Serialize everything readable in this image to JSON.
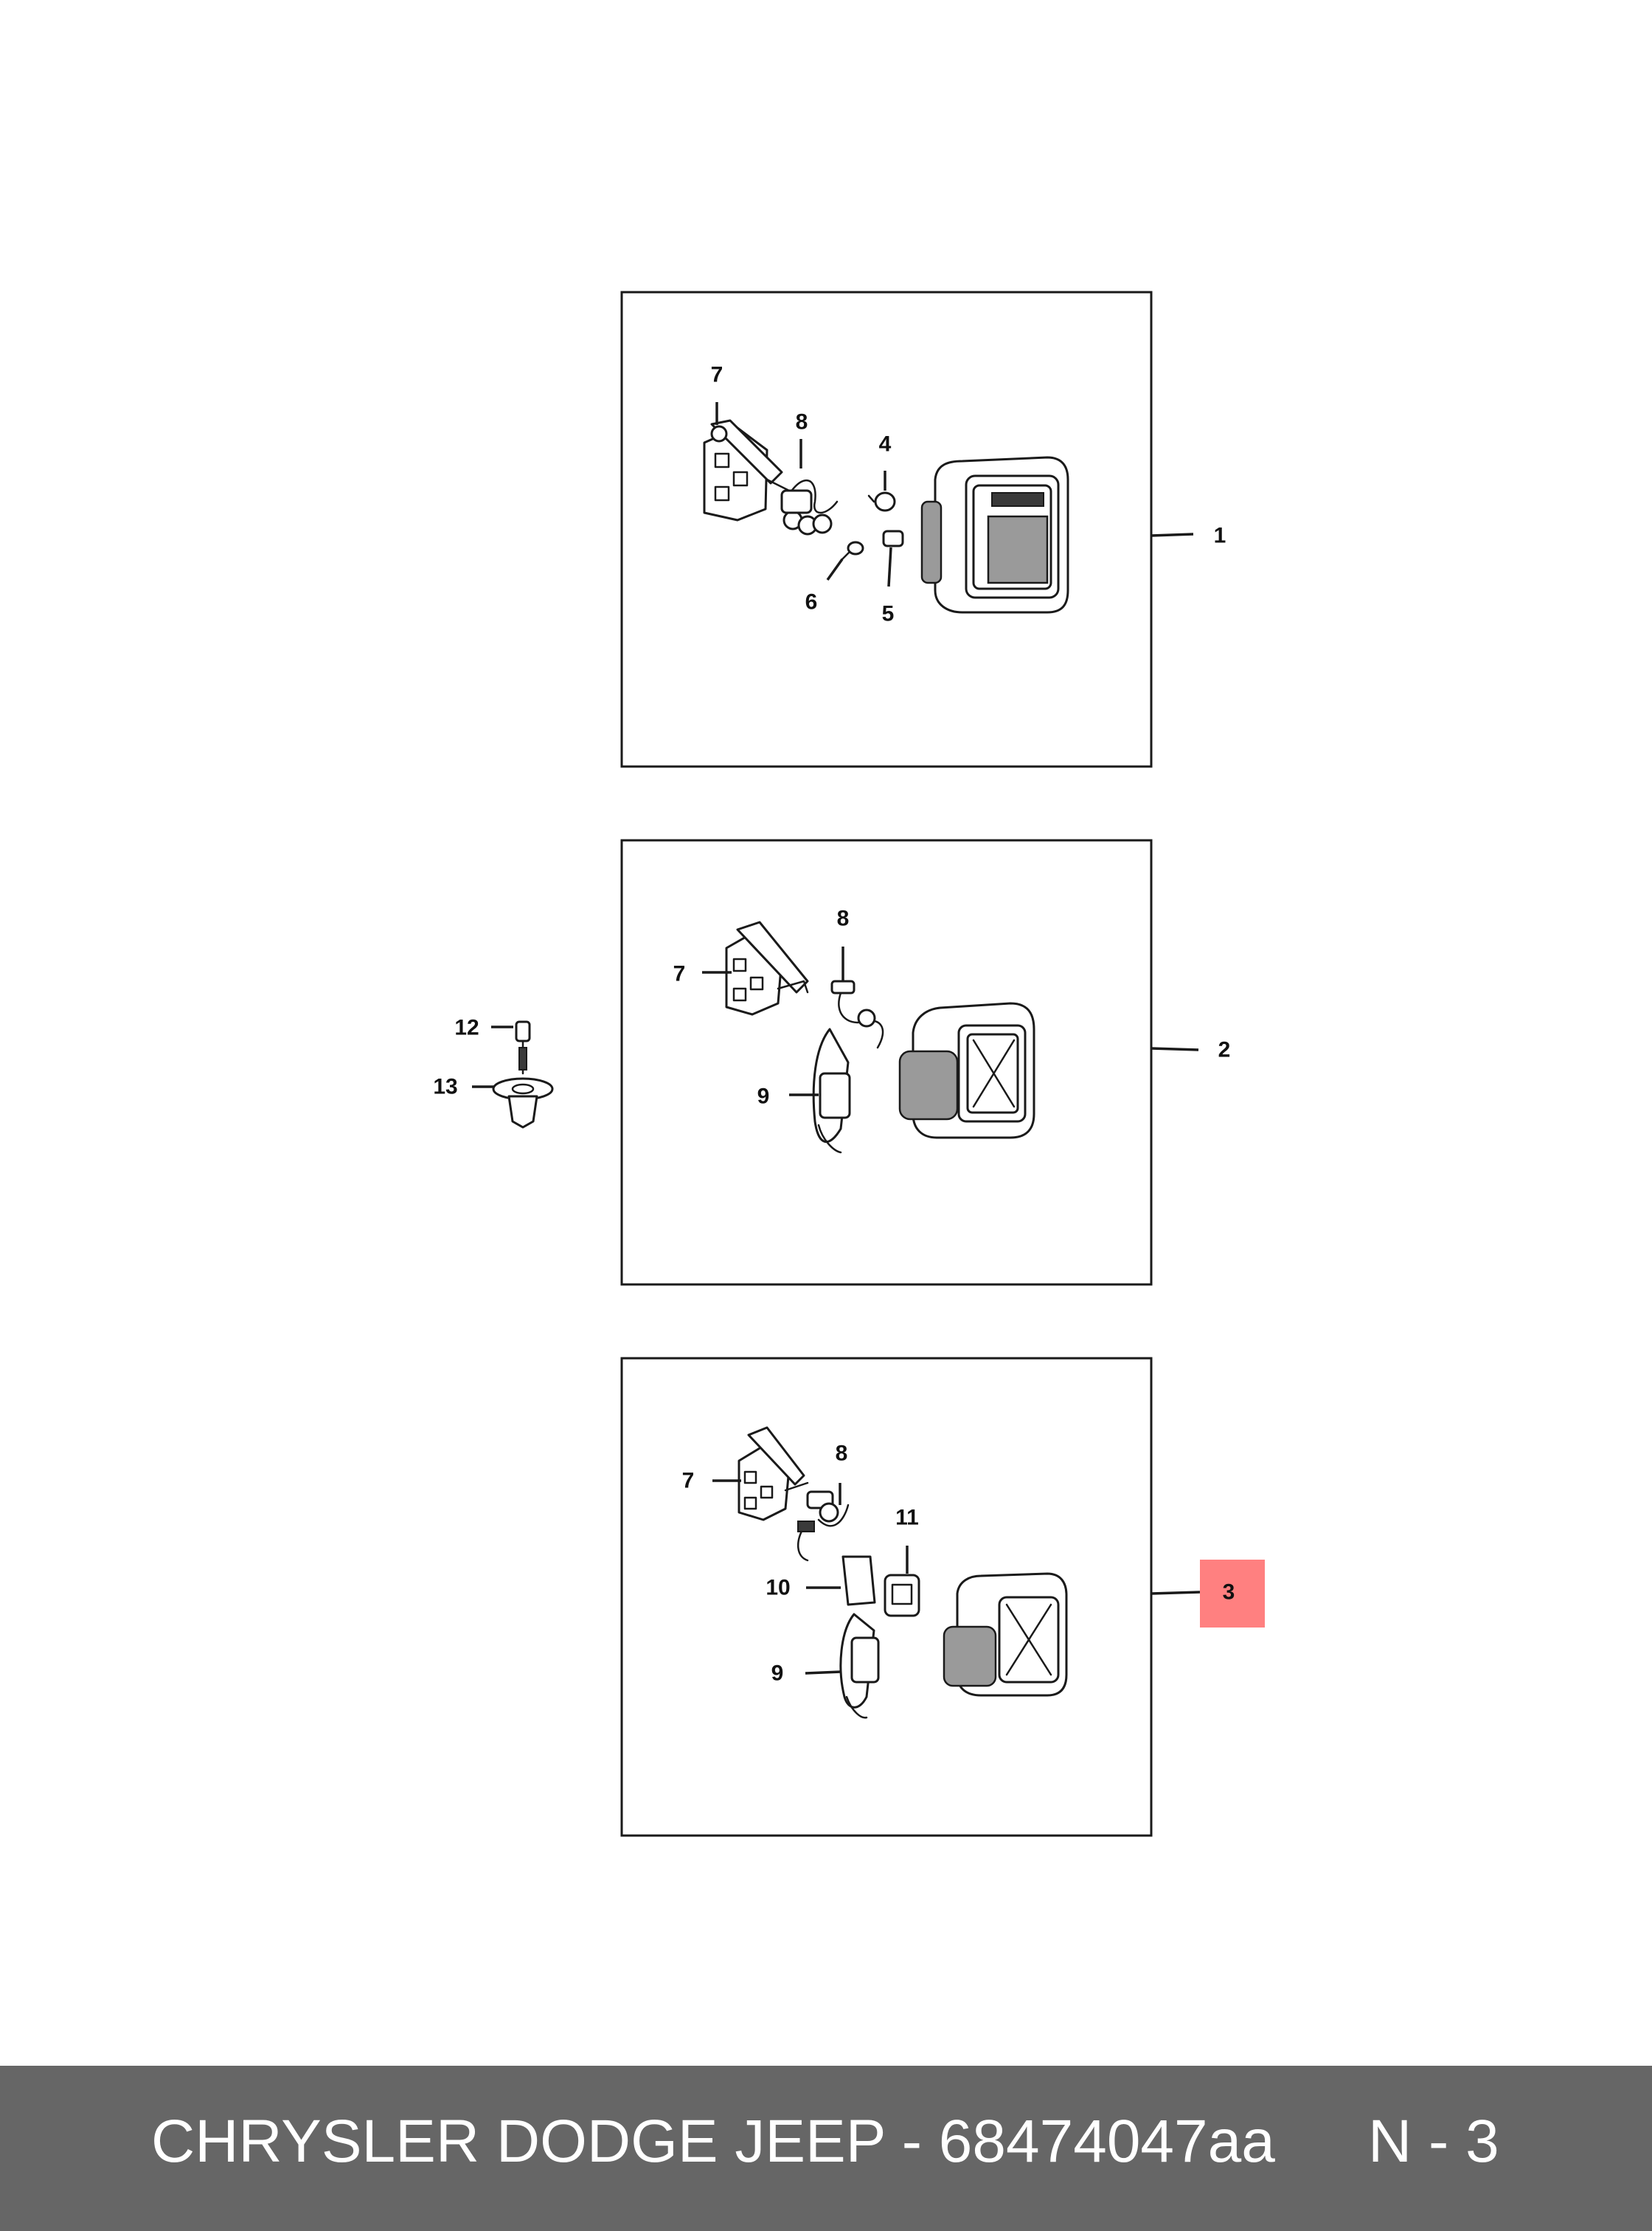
{
  "footer": {
    "title": "CHRYSLER DODGE JEEP - 68474047aa",
    "page": "N - 3"
  },
  "colors": {
    "footer_background": "#666666",
    "footer_text": "#ffffff",
    "highlight": "#ff8080"
  },
  "panels": [
    {
      "callout": "1",
      "highlighted": false,
      "part_callouts": [
        "7",
        "8",
        "4",
        "6",
        "5"
      ]
    },
    {
      "callout": "2",
      "highlighted": false,
      "part_callouts": [
        "8",
        "7",
        "9"
      ]
    },
    {
      "callout": "3",
      "highlighted": true,
      "part_callouts": [
        "7",
        "8",
        "11",
        "10",
        "9"
      ]
    }
  ],
  "loose_parts": {
    "part_callouts": [
      "12",
      "13"
    ]
  }
}
